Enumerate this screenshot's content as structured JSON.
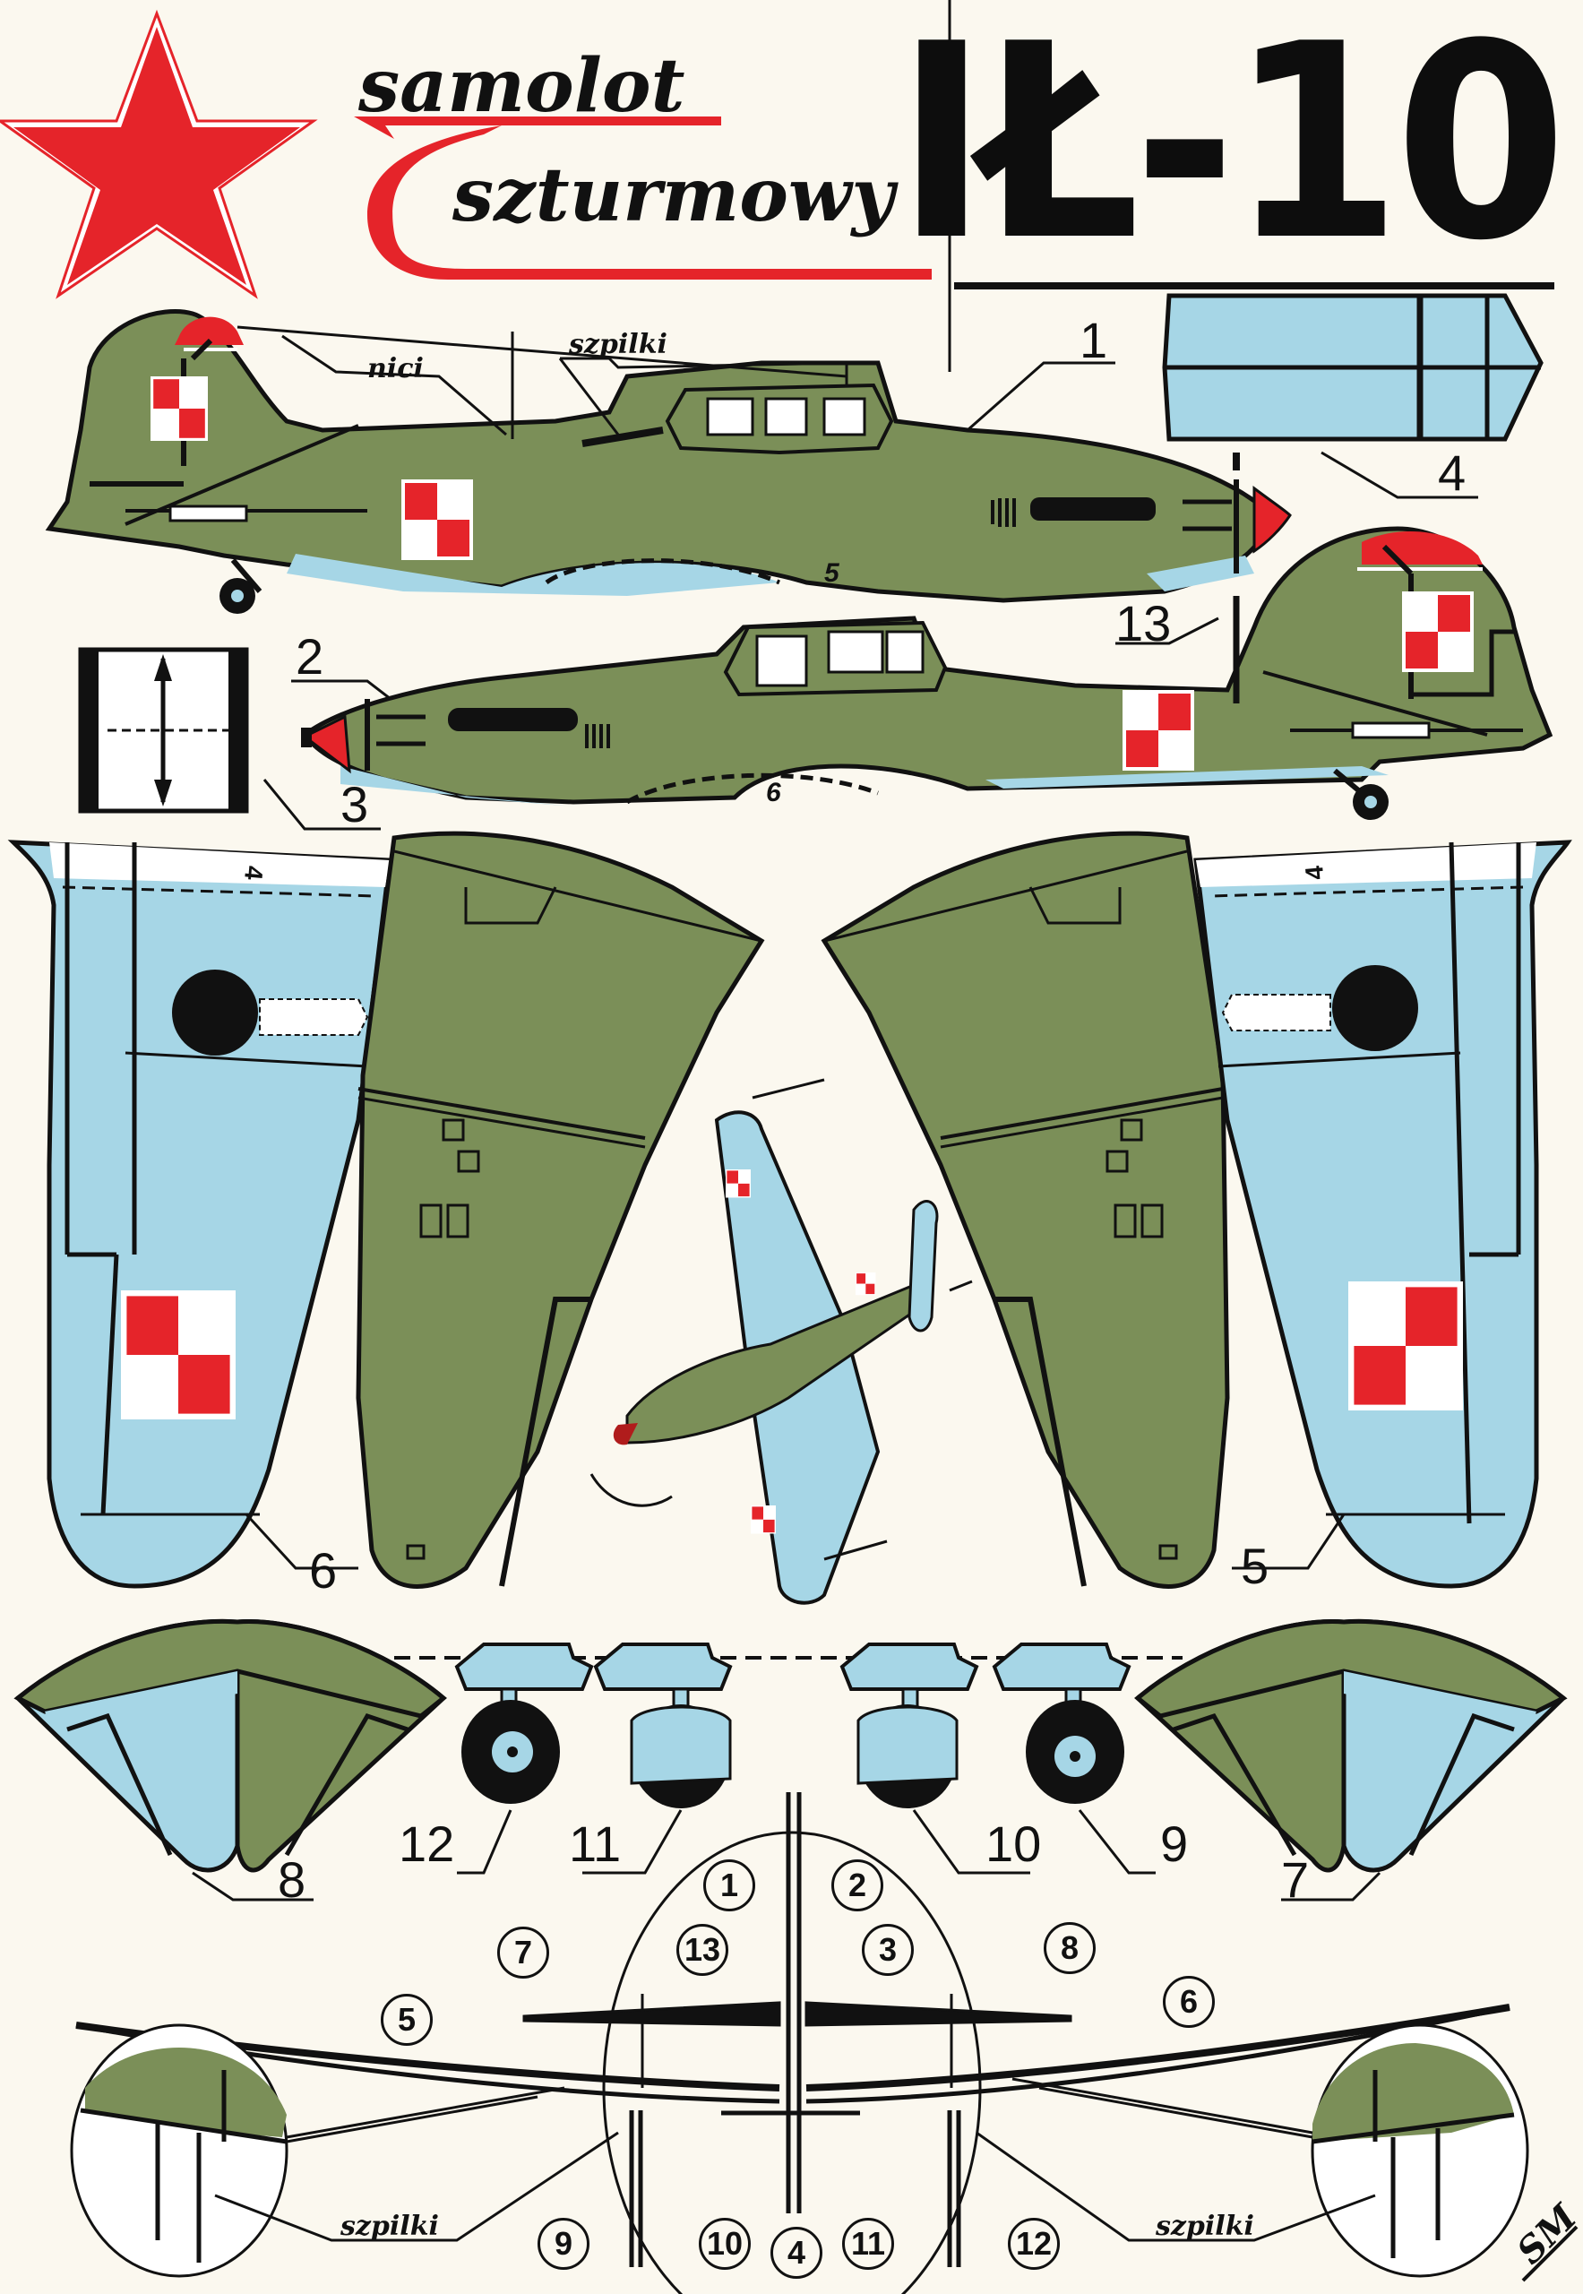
{
  "header": {
    "subtitle_line1": "samolot",
    "subtitle_line2": "szturmowy",
    "model_name": "IŁ-10",
    "emblem": "red-star-icon"
  },
  "annotations": {
    "threads": "nici",
    "pins": "szpilki",
    "pins_bottom_left": "szpilki",
    "pins_bottom_right": "szpilki",
    "signature": "SM"
  },
  "parts": [
    {
      "id": "1",
      "label": "1",
      "description": "fuselage left side (olive green, Polish checkerboard markings)"
    },
    {
      "id": "2",
      "label": "2",
      "description": "fuselage right side (olive green, Polish checkerboard markings)"
    },
    {
      "id": "3",
      "label": "3",
      "description": "fuselage former / strip"
    },
    {
      "id": "4",
      "label": "4",
      "description": "blue wing center section strip"
    },
    {
      "id": "5",
      "label": "5",
      "description": "right wing (olive top / blue underside)"
    },
    {
      "id": "6",
      "label": "6",
      "description": "left wing (blue underside / olive top)"
    },
    {
      "id": "7",
      "label": "7",
      "description": "right tailplane"
    },
    {
      "id": "8",
      "label": "8",
      "description": "left tailplane"
    },
    {
      "id": "9",
      "label": "9",
      "description": "landing gear leg with wheel"
    },
    {
      "id": "10",
      "label": "10",
      "description": "landing gear fairing"
    },
    {
      "id": "11",
      "label": "11",
      "description": "landing gear fairing"
    },
    {
      "id": "12",
      "label": "12",
      "description": "landing gear leg with wheel"
    },
    {
      "id": "13",
      "label": "13",
      "description": "propeller"
    }
  ],
  "side_labels": {
    "l1": "1",
    "l2": "2",
    "l3": "3",
    "l4": "4",
    "l5": "5",
    "l6": "6",
    "l13": "13",
    "fold5": "5",
    "fold6": "6",
    "wing4a": "4",
    "wing4b": "4",
    "l7": "7",
    "l8": "8",
    "l9": "9",
    "l10": "10",
    "l11": "11",
    "l12": "12"
  },
  "assembly_diagram": {
    "circles": {
      "c1": "1",
      "c2": "2",
      "c3": "3",
      "c4": "4",
      "c5": "5",
      "c6": "6",
      "c7": "7",
      "c8": "8",
      "c9": "9",
      "c10": "10",
      "c11": "11",
      "c12": "12",
      "c13": "13"
    }
  },
  "colors": {
    "olive": "#7b8f58",
    "sky_blue": "#a6d6e6",
    "red": "#e5242a",
    "black": "#111111",
    "paper": "#fbf8ef"
  }
}
